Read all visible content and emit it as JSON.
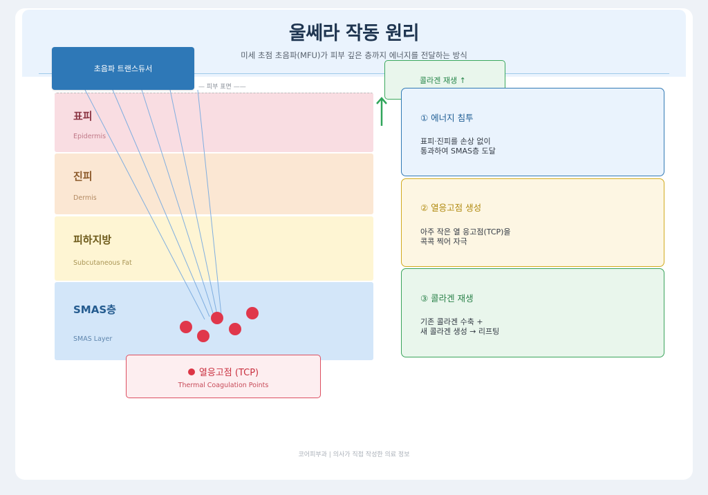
{
  "header": {
    "title": "울쎄라 작동 원리",
    "subtitle": "미세 초점 초음파(MFU)가 피부 깊은 층까지 에너지를 전달하는 방식"
  },
  "transducer": {
    "label": "초음파 트랜스듀서"
  },
  "skin_surface_label": "— 피부 표면 ——",
  "layers": [
    {
      "name": "표피",
      "en": "Epidermis",
      "color": "#f9dde2"
    },
    {
      "name": "진피",
      "en": "Dermis",
      "color": "#fbe7d3"
    },
    {
      "name": "피하지방",
      "en": "Subcutaneous Fat",
      "color": "#fef5d3"
    },
    {
      "name": "SMAS층",
      "en": "SMAS Layer",
      "color": "#d3e6f9"
    }
  ],
  "tcp": {
    "title": "열응고점 (TCP)",
    "subtitle": "Thermal Coagulation Points",
    "color": "#dc3545"
  },
  "collagen_box": {
    "label": "콜라겐 재생 ↑"
  },
  "steps": [
    {
      "title": "① 에너지 침투",
      "line1": "표피·진피를 손상 없이",
      "line2": "통과하여 SMAS층 도달",
      "color": "#3079b4"
    },
    {
      "title": "② 열응고점 생성",
      "line1": "아주 작은 열 응고점(TCP)을",
      "line2": "콕콕 찍어 자극",
      "color": "#d1aa1d"
    },
    {
      "title": "③ 콜라겐 재생",
      "line1": "기존 콜라겐 수축 +",
      "line2": "새 콜라겐 생성 → 리프팅",
      "color": "#39a35a"
    }
  ],
  "footer": "코어피부과 | 의사가 직접 작성한 의료 정보"
}
